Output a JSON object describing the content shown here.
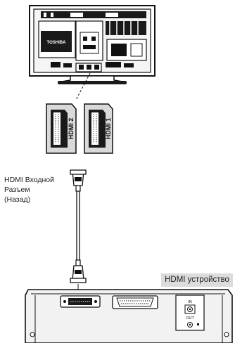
{
  "tv": {
    "brand": "TOSHIBA"
  },
  "ports": [
    {
      "name": "HDMI 2"
    },
    {
      "name": "HDMI 1"
    }
  ],
  "cable_label": [
    "HDMI Входной",
    "Разъем",
    "(Назад)"
  ],
  "device": {
    "title": "HDMI устройство",
    "av_in_label": "IN",
    "av_out_label": "OUT"
  }
}
